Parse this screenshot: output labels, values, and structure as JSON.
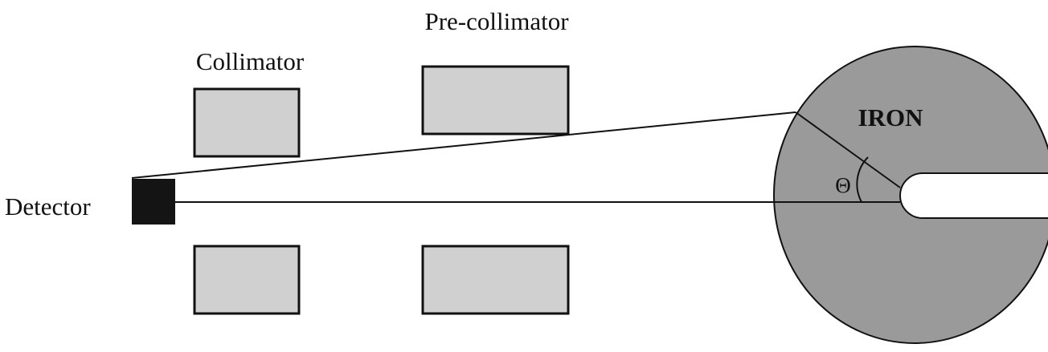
{
  "labels": {
    "pre_collimator": "Pre-collimator",
    "collimator": "Collimator",
    "detector": "Detector",
    "iron": "IRON",
    "angle": "Θ"
  },
  "colors": {
    "block_fill": "#d0d0d0",
    "iron_fill": "#9a9a9a",
    "detector_fill": "#141414",
    "stroke": "#111111"
  }
}
